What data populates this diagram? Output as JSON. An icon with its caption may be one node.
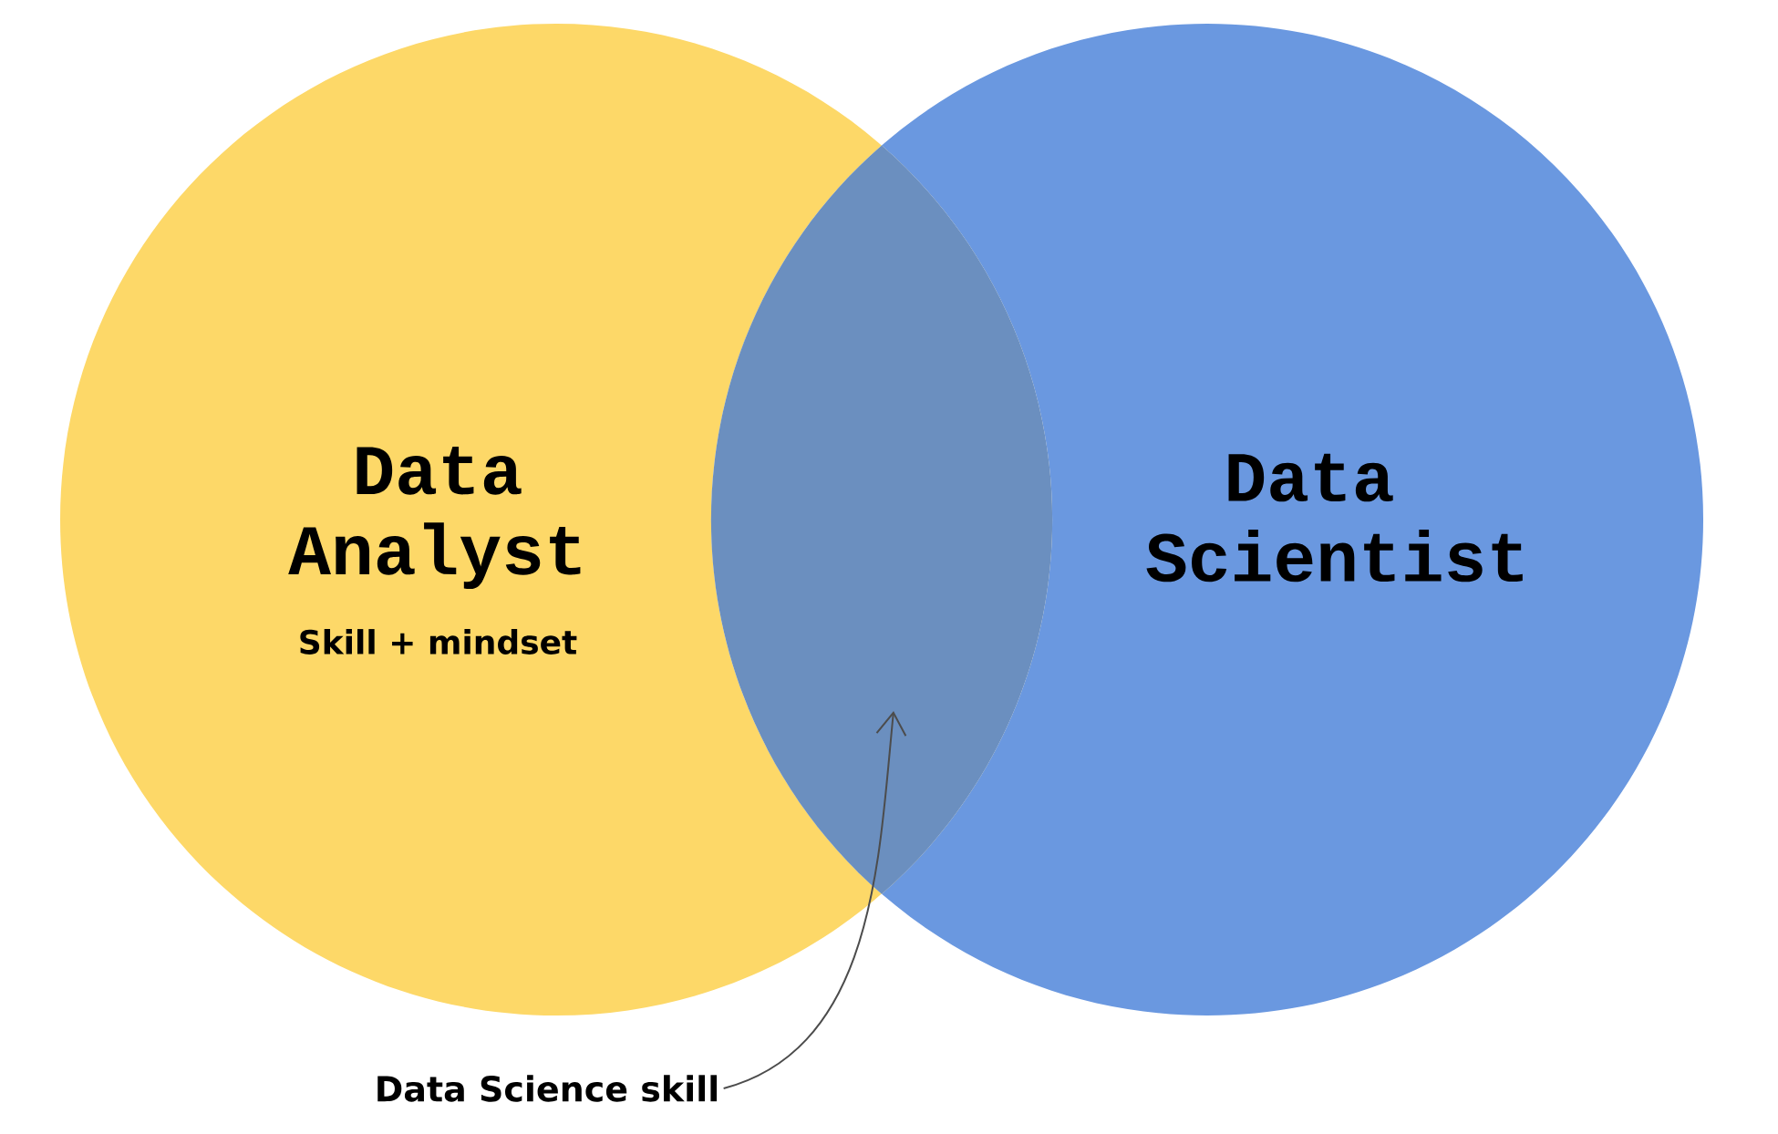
{
  "diagram": {
    "nodes": [
      {
        "text": [
          "Data Analyst",
          "Skill + mindset"
        ]
      },
      {
        "text": [
          "Data Scientist"
        ]
      },
      {
        "text": [],
        "shape": "lens"
      },
      {
        "text": [
          "Data Science skill"
        ]
      }
    ],
    "edges": [
      {
        "from": 3,
        "to": 2,
        "arrow": "to"
      }
    ]
  }
}
